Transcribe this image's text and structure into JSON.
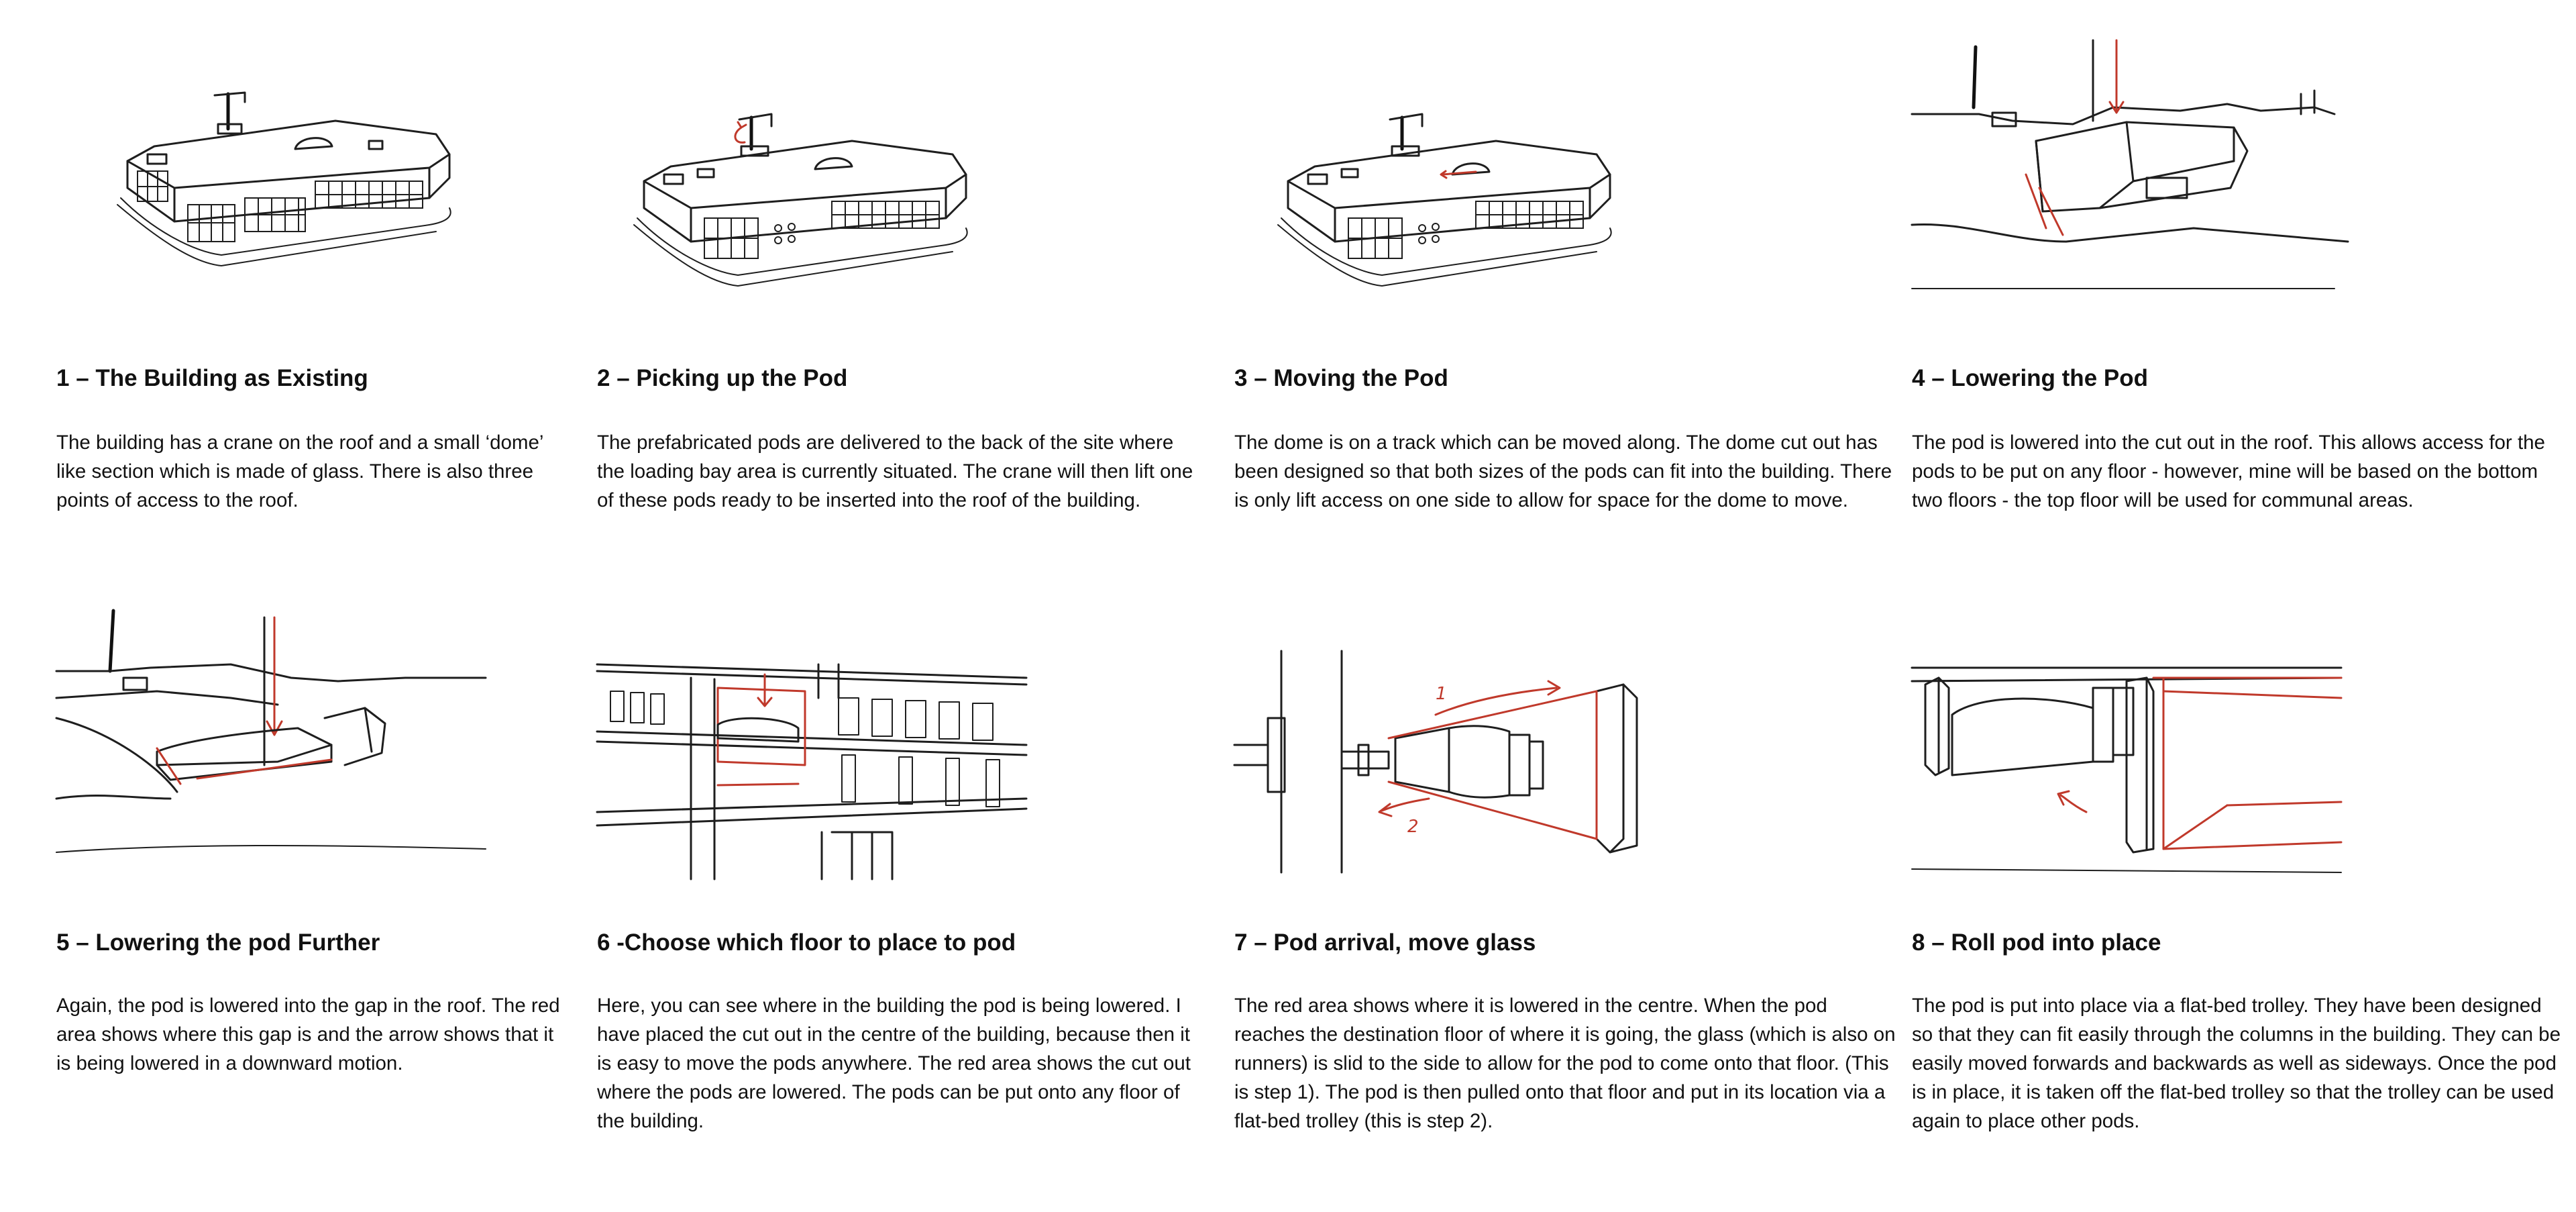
{
  "steps": [
    {
      "title": "1 – The Building as Existing",
      "body": "The building has a crane on the roof and a small ‘dome’ like section which is made of glass. There is also three points of access to the roof."
    },
    {
      "title": "2 – Picking up the Pod",
      "body": "The prefabricated pods are delivered to the back of the site where the loading bay area is currently situated. The crane will then lift one of these pods ready to be inserted into the roof of the building."
    },
    {
      "title": "3 – Moving the Pod",
      "body": "The dome is on a track which can be moved along. The dome cut out has been designed so that both sizes of the pods can fit into the building. There is only lift access on one side to allow for space for the dome to move."
    },
    {
      "title": "4 – Lowering the Pod",
      "body": "The pod is lowered into the cut out in the roof. This allows access for the pods to be put on any floor - however, mine will be based on the bottom two floors - the top floor will be used for communal areas."
    },
    {
      "title": "5 – Lowering the pod Further",
      "body": "Again, the pod is lowered into the gap in the roof. The red area shows where this gap is and the arrow shows that it is being lowered in a downward motion."
    },
    {
      "title": "6 -Choose which floor to place to pod",
      "body": "Here, you can see where in the building the pod is being lowered. I have placed the cut out in the centre of the building, because then it is easy to move the pods anywhere. The red area shows the cut out where the pods are lowered. The pods can be put onto any floor of the building."
    },
    {
      "title": "7 – Pod arrival, move glass",
      "body": "The red area shows where it is lowered in the centre. When the pod reaches the destination floor of where it is going, the glass (which is also on runners) is slid to the side to allow for the pod to come onto that floor. (This is step 1). The pod is then pulled onto that floor and put in its location via a flat-bed trolley (this is step 2)."
    },
    {
      "title": "8 – Roll pod into place",
      "body": "The pod is put into place via a flat-bed trolley. They have been designed so that they can fit easily through the columns in the building. They can be easily moved forwards and backwards as well as sideways. Once the pod is in place, it is taken off the flat-bed trolley so that the trolley can be used again to place other pods."
    }
  ],
  "sketch_labels": {
    "step7_move_1": "1",
    "step7_move_2": "2"
  },
  "colors": {
    "ink": "#1e1e1e",
    "annotation_red": "#c0392b",
    "text": "#111111",
    "background": "#ffffff"
  }
}
